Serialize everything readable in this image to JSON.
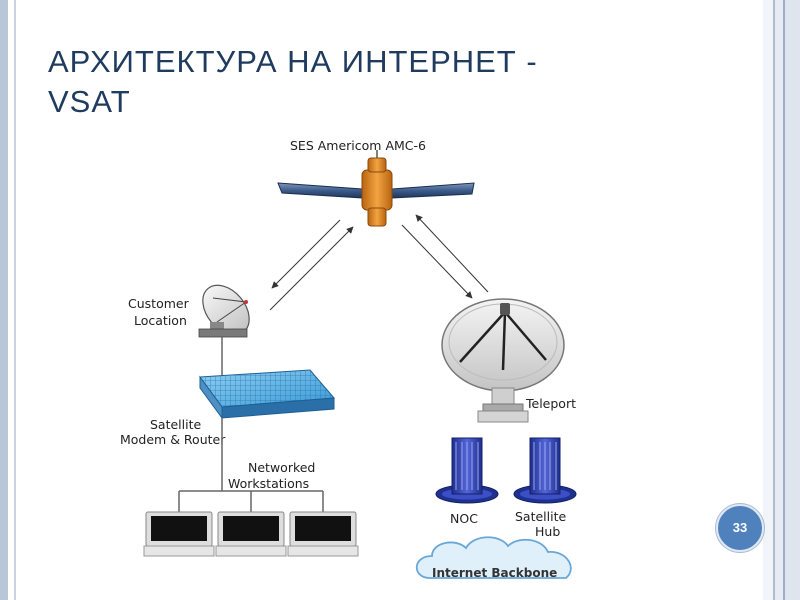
{
  "slide": {
    "title_line1": "АРХИТЕКТУРА НА ИНТЕРНЕТ -",
    "title_line2": "VSAT",
    "page_number": "33"
  },
  "diagram": {
    "satellite_label": "SES Americom AMC-6",
    "customer_line1": "Customer",
    "customer_line2": "Location",
    "modem_line1": "Satellite",
    "modem_line2": "Modem & Router",
    "workstations_line1": "Networked",
    "workstations_line2": "Workstations",
    "teleport_label": "Teleport",
    "noc_label": "NOC",
    "hub_line1": "Satellite",
    "hub_line2": "Hub",
    "backbone_label": "Internet Backbone"
  }
}
